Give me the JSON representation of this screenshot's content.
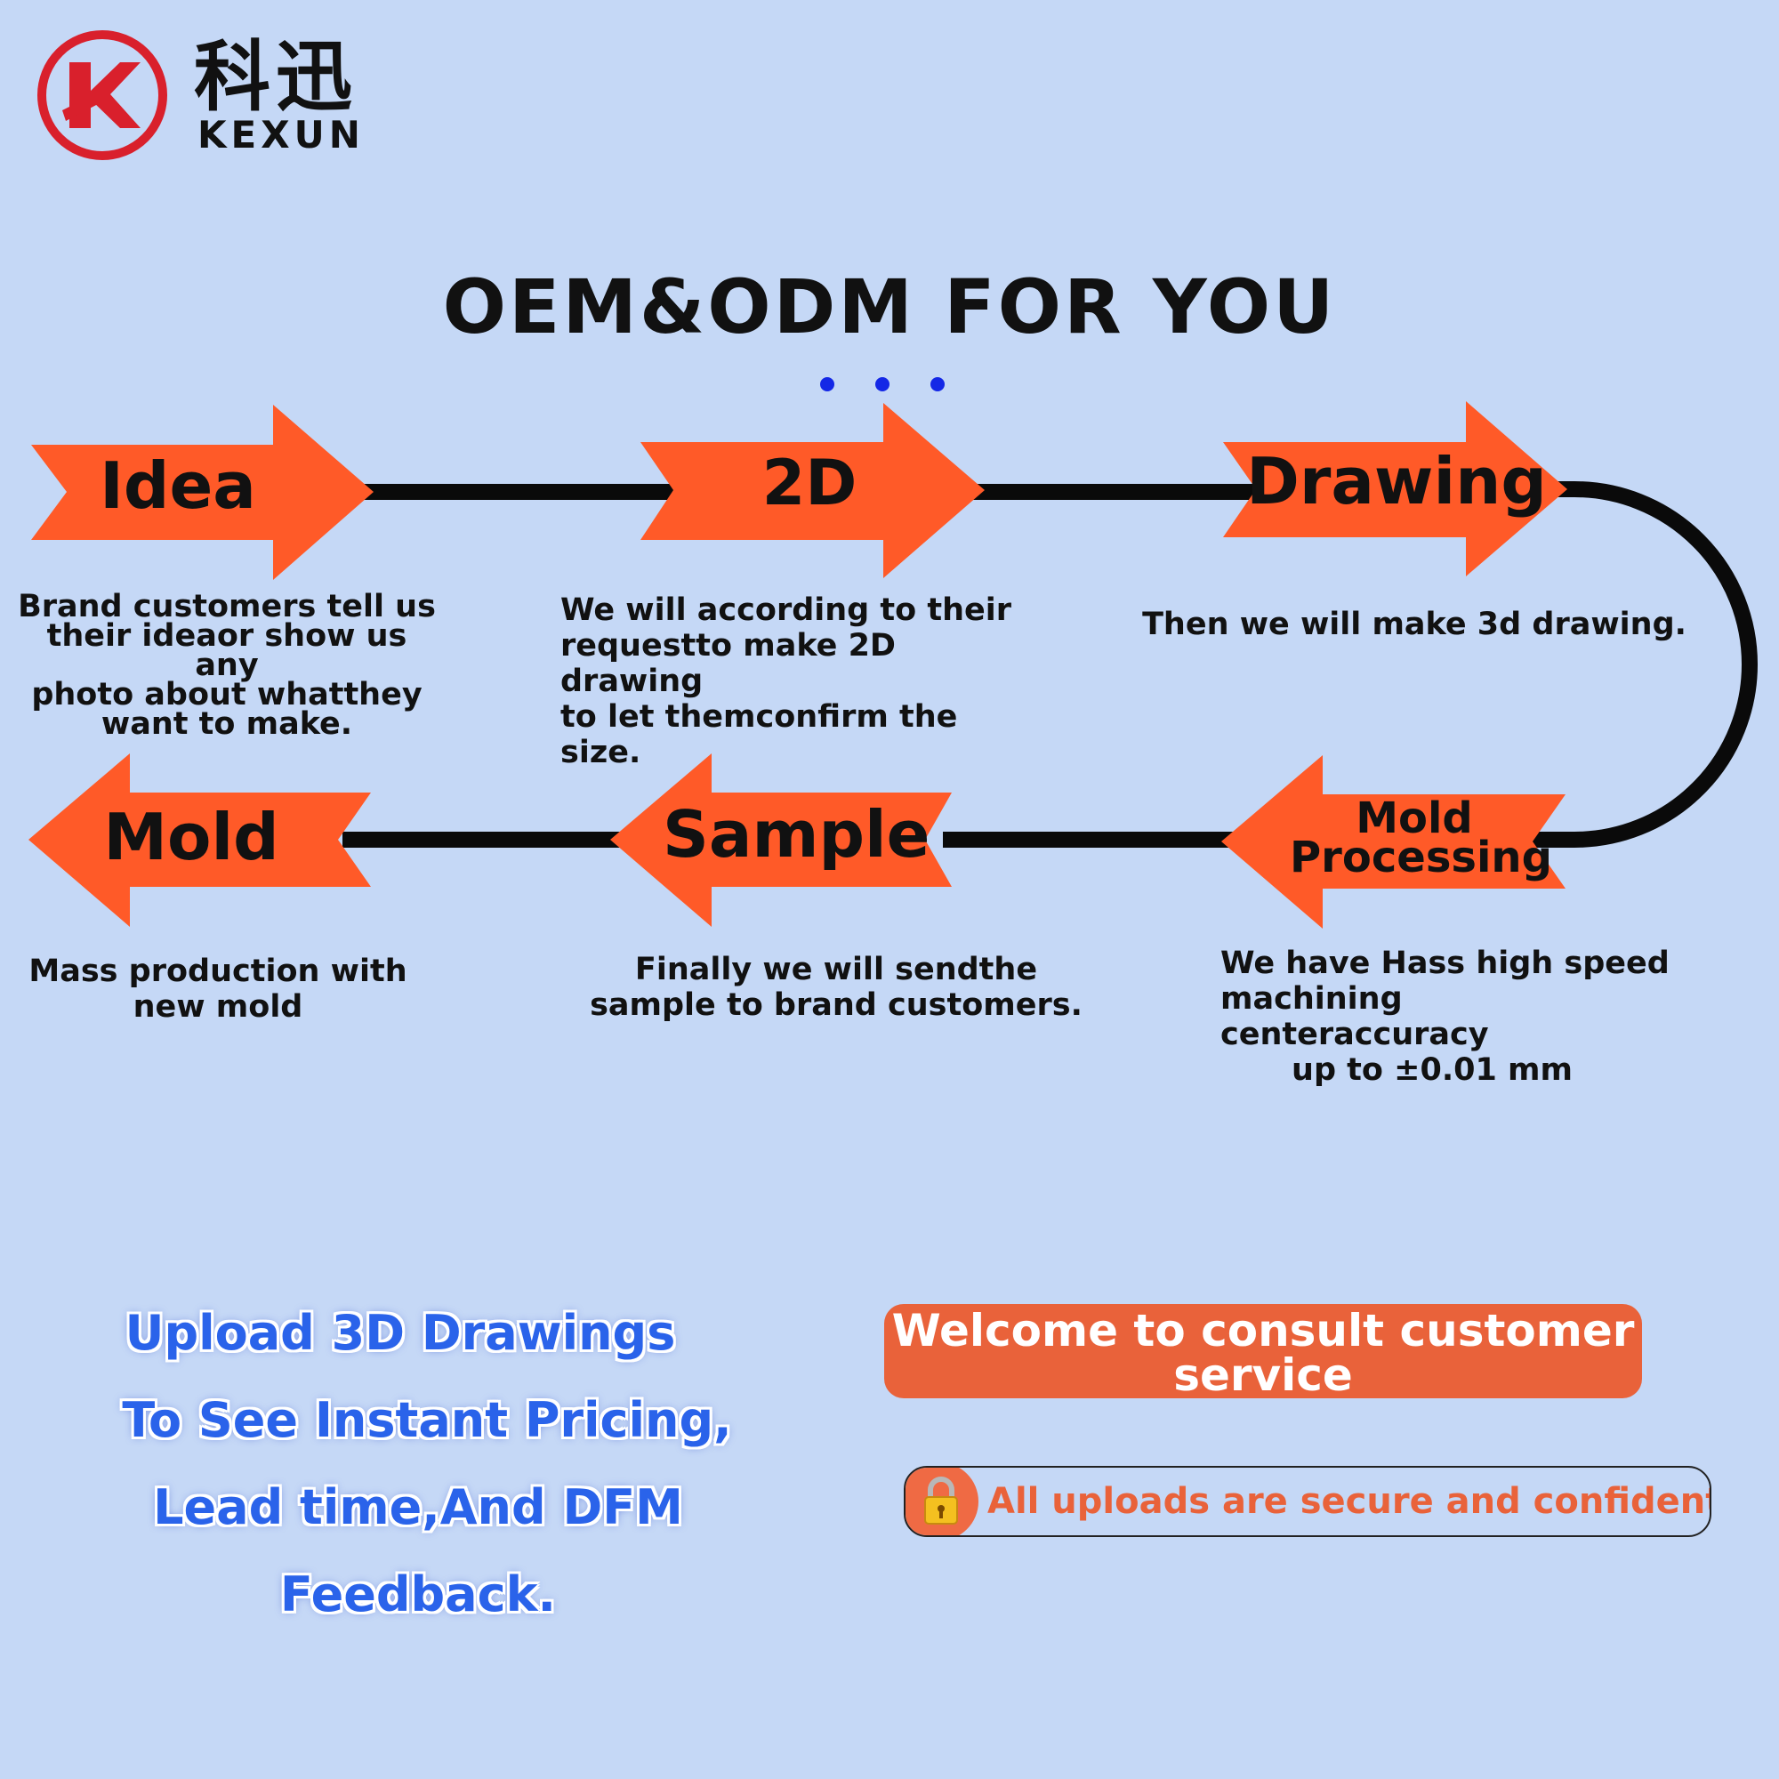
{
  "brand": {
    "name_cn": "科迅",
    "name_en": "KEXUN",
    "logo_color": "#d9202c"
  },
  "title": "OEM&ODM FOR YOU",
  "colors": {
    "background": "#c5d8f6",
    "arrow": "#ff5a28",
    "connector": "#0a0a0a",
    "dots": "#1428e6",
    "accent_button": "#e9623a",
    "upload_text": "#2a63ea"
  },
  "steps": [
    {
      "label": "Idea",
      "description": [
        "Brand customers tell us",
        "their ideaor show us any",
        "photo about whatthey",
        "want to make."
      ]
    },
    {
      "label": "2D",
      "description": [
        "We will according to their",
        "requestto make 2D drawing",
        "to let themconfirm the size."
      ]
    },
    {
      "label": "Drawing",
      "description": [
        "Then we will make 3d drawing."
      ]
    },
    {
      "label": "Mold Processing",
      "label_lines": [
        "Mold",
        "Processing"
      ],
      "description": [
        "We have Hass high speed",
        "machining centeraccuracy",
        "up to ±0.01 mm"
      ]
    },
    {
      "label": "Sample",
      "description": [
        "Finally we will sendthe",
        "sample to brand customers."
      ]
    },
    {
      "label": "Mold",
      "description": [
        "Mass production with",
        "new mold"
      ]
    }
  ],
  "upload": {
    "lines": [
      "Upload 3D Drawings",
      "To See Instant Pricing,",
      "Lead time,And DFM Feedback."
    ]
  },
  "consult_button": {
    "lines": [
      "Welcome to consult customer",
      "service"
    ]
  },
  "secure": {
    "icon": "lock-icon",
    "text": "All uploads are secure and confidential."
  }
}
